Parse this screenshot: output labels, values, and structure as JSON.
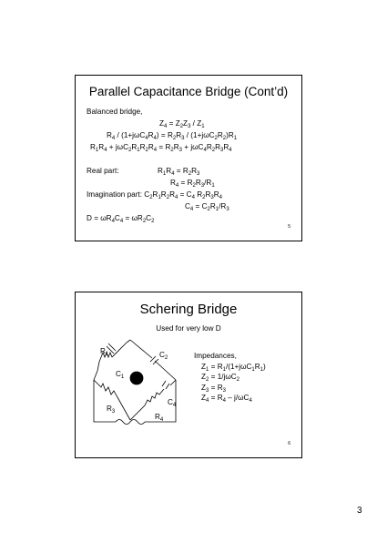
{
  "slide1": {
    "title": "Parallel Capacitance Bridge (Cont’d)",
    "intro": "Balanced bridge,",
    "eq1": [
      "Z",
      "4",
      " = Z",
      "2",
      "Z",
      "3",
      " / Z",
      "1"
    ],
    "eq2": [
      "R",
      "4",
      " / (1+jωC",
      "4",
      "R",
      "4",
      ") = R",
      "2",
      "R",
      "3",
      " / (1+jωC",
      "2",
      "R",
      "2",
      ")R",
      "1"
    ],
    "eq3": [
      "R",
      "1",
      "R",
      "4",
      " + jωC",
      "2",
      "R",
      "1",
      "R",
      "2",
      "R",
      "4",
      " = R",
      "2",
      "R",
      "3",
      " + jωC",
      "4",
      "R",
      "2",
      "R",
      "3",
      "R",
      "4"
    ],
    "real_label": "Real part:",
    "real1": [
      "R",
      "1",
      "R",
      "4",
      " = R",
      "2",
      "R",
      "3"
    ],
    "real2": [
      "R",
      "4",
      " = R",
      "2",
      "R",
      "3",
      "/R",
      "1"
    ],
    "imag_label": "Imagination part: ",
    "imag1": [
      "C",
      "2",
      "R",
      "1",
      "R",
      "2",
      "R",
      "4",
      " = C",
      "4",
      " R",
      "2",
      "R",
      "3",
      "R",
      "4"
    ],
    "imag2": [
      "C",
      "4",
      " = C",
      "2",
      "R",
      "1",
      "/R",
      "3"
    ],
    "d_eq": [
      "D = ωR",
      "4",
      "C",
      "4",
      " = ωR",
      "2",
      "C",
      "2"
    ],
    "slide_number": "5"
  },
  "slide2": {
    "title": "Schering Bridge",
    "subtitle": "Used for very low D",
    "labels": {
      "r1": "R",
      "r1_sub": "1",
      "c1": "C",
      "c1_sub": "1",
      "c2": "C",
      "c2_sub": "2",
      "r3": "R",
      "r3_sub": "3",
      "c4": "C",
      "c4_sub": "4",
      "r4": "R",
      "r4_sub": "4",
      "detector": "D"
    },
    "impedances_label": "Impedances,",
    "z1": [
      "Z",
      "1",
      " = R",
      "1",
      "/(1+jωC",
      "1",
      "R",
      "1",
      ")"
    ],
    "z2": [
      "Z",
      "2",
      " = 1/jωC",
      "2"
    ],
    "z3": [
      "Z",
      "3",
      " = R",
      "3"
    ],
    "z4": [
      "Z",
      "4",
      " = R",
      "4",
      " – j/ωC",
      "4"
    ],
    "slide_number": "6"
  },
  "page_number": "3",
  "colors": {
    "detector_fill": "#b4d2e6",
    "border": "#000000"
  }
}
